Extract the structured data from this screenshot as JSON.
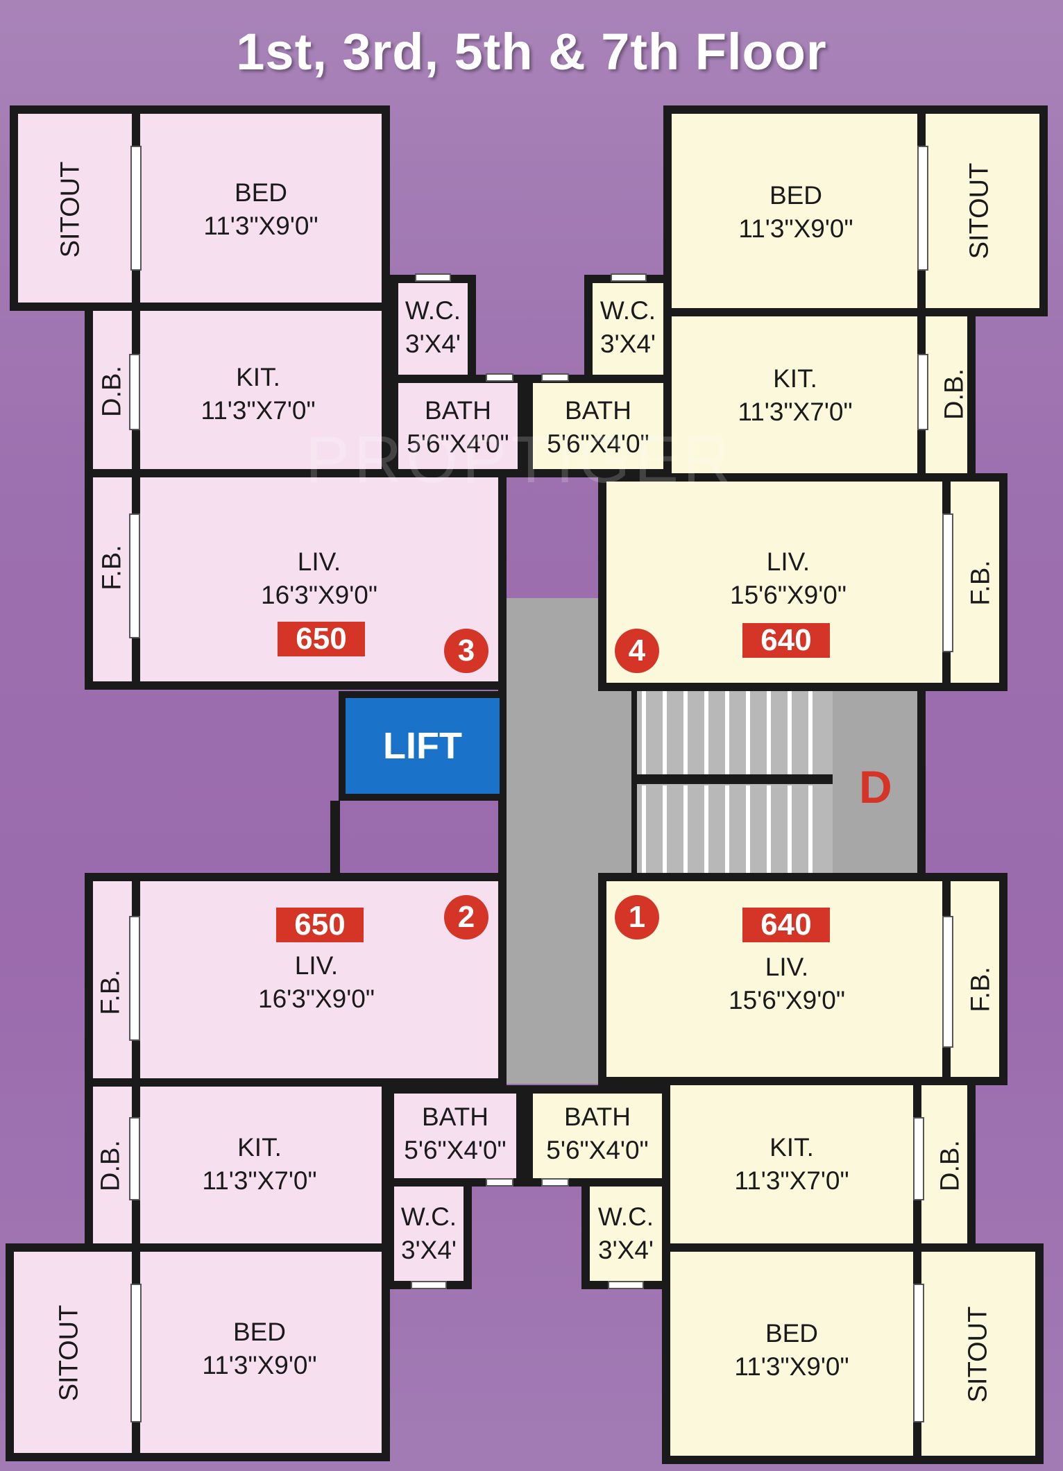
{
  "title": "1st, 3rd, 5th & 7th Floor",
  "watermark": "PROPTIGER",
  "colors": {
    "flat_a": "#f6e0ef",
    "flat_b": "#fbf8dc",
    "badge": "#d43526",
    "lift": "#1a73c8",
    "common": "#a7a7a7"
  },
  "lift_label": "LIFT",
  "stair_label": "D",
  "flats": {
    "flat3": {
      "number": "3",
      "area": "650",
      "sitout": "SITOUT",
      "bed": {
        "name": "BED",
        "size": "11'3\"X9'0\""
      },
      "wc": {
        "name": "W.C.",
        "size": "3'X4'"
      },
      "db": "D.B.",
      "kit": {
        "name": "KIT.",
        "size": "11'3\"X7'0\""
      },
      "bath": {
        "name": "BATH",
        "size": "5'6\"X4'0\""
      },
      "fb": "F.B.",
      "liv": {
        "name": "LIV.",
        "size": "16'3\"X9'0\""
      }
    },
    "flat4": {
      "number": "4",
      "area": "640",
      "sitout": "SITOUT",
      "bed": {
        "name": "BED",
        "size": "11'3\"X9'0\""
      },
      "wc": {
        "name": "W.C.",
        "size": "3'X4'"
      },
      "db": "D.B.",
      "kit": {
        "name": "KIT.",
        "size": "11'3\"X7'0\""
      },
      "bath": {
        "name": "BATH",
        "size": "5'6\"X4'0\""
      },
      "fb": "F.B.",
      "liv": {
        "name": "LIV.",
        "size": "15'6\"X9'0\""
      }
    },
    "flat2": {
      "number": "2",
      "area": "650",
      "sitout": "SITOUT",
      "bed": {
        "name": "BED",
        "size": "11'3\"X9'0\""
      },
      "wc": {
        "name": "W.C.",
        "size": "3'X4'"
      },
      "db": "D.B.",
      "kit": {
        "name": "KIT.",
        "size": "11'3\"X7'0\""
      },
      "bath": {
        "name": "BATH",
        "size": "5'6\"X4'0\""
      },
      "fb": "F.B.",
      "liv": {
        "name": "LIV.",
        "size": "16'3\"X9'0\""
      }
    },
    "flat1": {
      "number": "1",
      "area": "640",
      "sitout": "SITOUT",
      "bed": {
        "name": "BED",
        "size": "11'3\"X9'0\""
      },
      "wc": {
        "name": "W.C.",
        "size": "3'X4'"
      },
      "db": "D.B.",
      "kit": {
        "name": "KIT.",
        "size": "11'3\"X7'0\""
      },
      "bath": {
        "name": "BATH",
        "size": "5'6\"X4'0\""
      },
      "fb": "F.B.",
      "liv": {
        "name": "LIV.",
        "size": "15'6\"X9'0\""
      }
    }
  }
}
